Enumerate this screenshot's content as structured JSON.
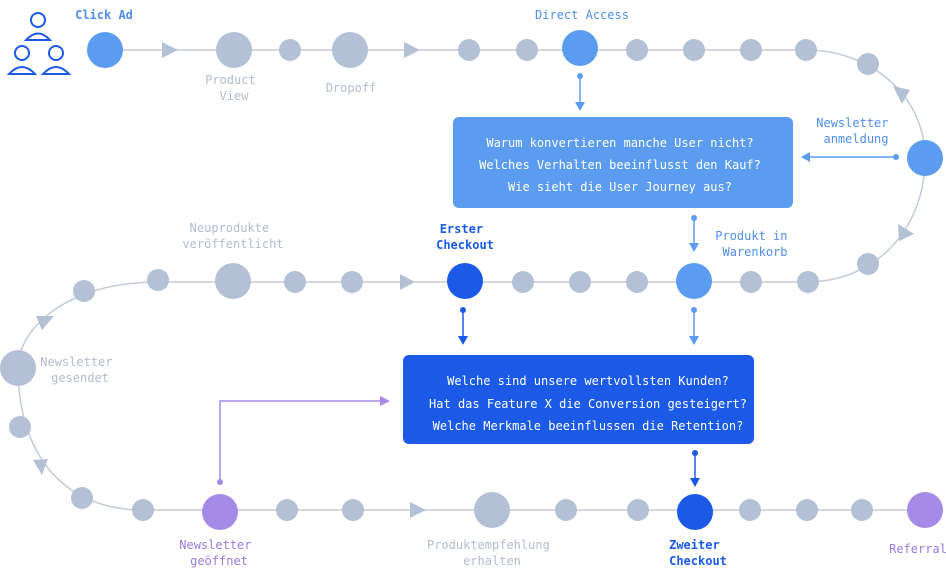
{
  "colors": {
    "path": "#c5ccd8",
    "node_grey": "#b3c0d6",
    "node_blue": "#5b9cf0",
    "node_dark": "#1a5ae6",
    "node_purple": "#a68ae8",
    "box_light": "#5b9cf0",
    "box_dark": "#1a5ae6",
    "arrow_light": "#5b9cf0",
    "arrow_dark": "#1a5ae6",
    "arrow_purple": "#a68ae8",
    "label_grey": "#b3bdcc",
    "label_blue": "#4f8fe8",
    "label_dark": "#1a5ae6",
    "label_purple": "#9a7ae0"
  },
  "icons": {
    "users": "users-icon"
  },
  "labels": {
    "click_ad": [
      "Click Ad"
    ],
    "product_view": [
      "Product",
      "View"
    ],
    "dropoff": [
      "Dropoff"
    ],
    "direct_access": [
      "Direct Access"
    ],
    "newsletter_anmeldung": [
      "Newsletter",
      "anmeldung"
    ],
    "neuprodukte": [
      "Neuprodukte",
      "veröffentlicht"
    ],
    "erster_checkout": [
      "Erster",
      "Checkout"
    ],
    "produkt_warenkorb": [
      "Produkt in",
      "Warenkorb"
    ],
    "newsletter_gesendet": [
      "Newsletter",
      "gesendet"
    ],
    "newsletter_geoeffnet": [
      "Newsletter",
      "geöffnet"
    ],
    "produktempfehlung": [
      "Produktempfehlung",
      "erhalten"
    ],
    "zweiter_checkout": [
      "Zweiter",
      "Checkout"
    ],
    "referral": [
      "Referral"
    ]
  },
  "box_top": {
    "lines": [
      "Warum konvertieren manche User nicht?",
      "Welches Verhalten beeinflusst den Kauf?",
      "Wie sieht die User Journey aus?"
    ]
  },
  "box_bottom": {
    "lines": [
      "Welche sind unsere wertvollsten Kunden?",
      "Hat das Feature X die Conversion gesteigert?",
      "Welche Merkmale beeinflussen die Retention?"
    ]
  }
}
